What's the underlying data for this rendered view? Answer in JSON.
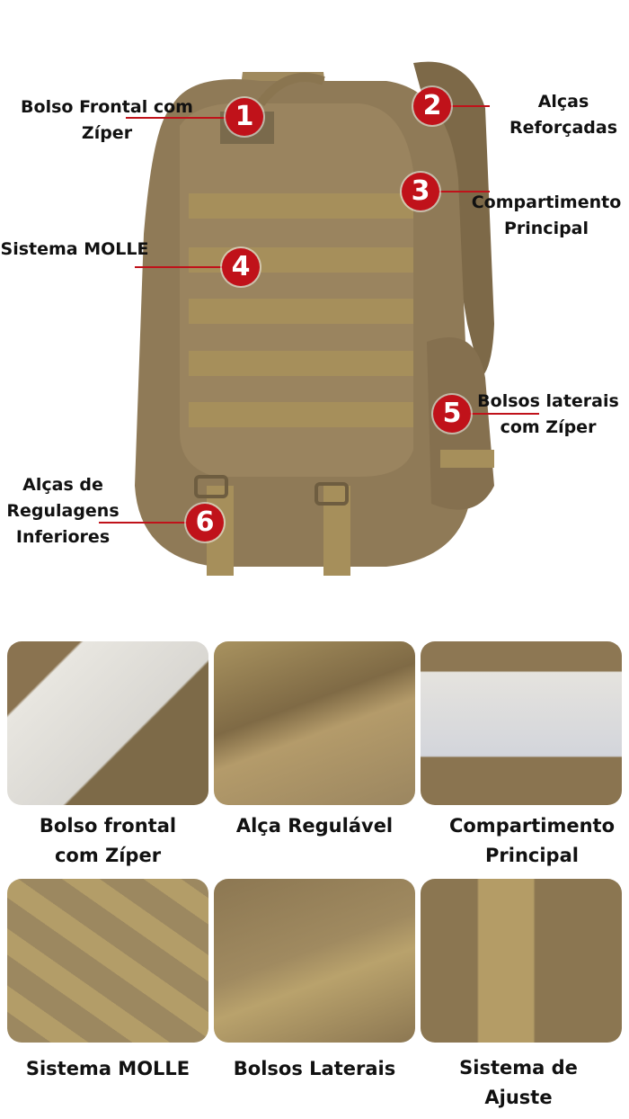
{
  "colors": {
    "marker": "#c0121a",
    "backpack": "#8f7a57",
    "webbing": "#a68f5b",
    "background": "#ffffff"
  },
  "callouts": [
    {
      "number": "1",
      "label_line1": "Bolso Frontal com",
      "label_line2": "Zíper"
    },
    {
      "number": "2",
      "label_line1": "Alças",
      "label_line2": "Reforçadas"
    },
    {
      "number": "3",
      "label_line1": "Compartimento",
      "label_line2": "Principal"
    },
    {
      "number": "4",
      "label_line1": "Sistema MOLLE",
      "label_line2": ""
    },
    {
      "number": "5",
      "label_line1": "Bolsos laterais",
      "label_line2": "com Zíper"
    },
    {
      "number": "6",
      "label_line1": "Alças de",
      "label_line2": "Regulagens",
      "label_line3": "Inferiores"
    }
  ],
  "gallery": [
    {
      "caption_line1": "Bolso frontal",
      "caption_line2": "com Zíper"
    },
    {
      "caption_line1": "Alça Regulável",
      "caption_line2": ""
    },
    {
      "caption_line1": "Compartimento",
      "caption_line2": "Principal"
    },
    {
      "caption_line1": "Sistema MOLLE",
      "caption_line2": ""
    },
    {
      "caption_line1": "Bolsos Laterais",
      "caption_line2": ""
    },
    {
      "caption_line1": "Sistema de",
      "caption_line2": "Ajuste"
    }
  ]
}
